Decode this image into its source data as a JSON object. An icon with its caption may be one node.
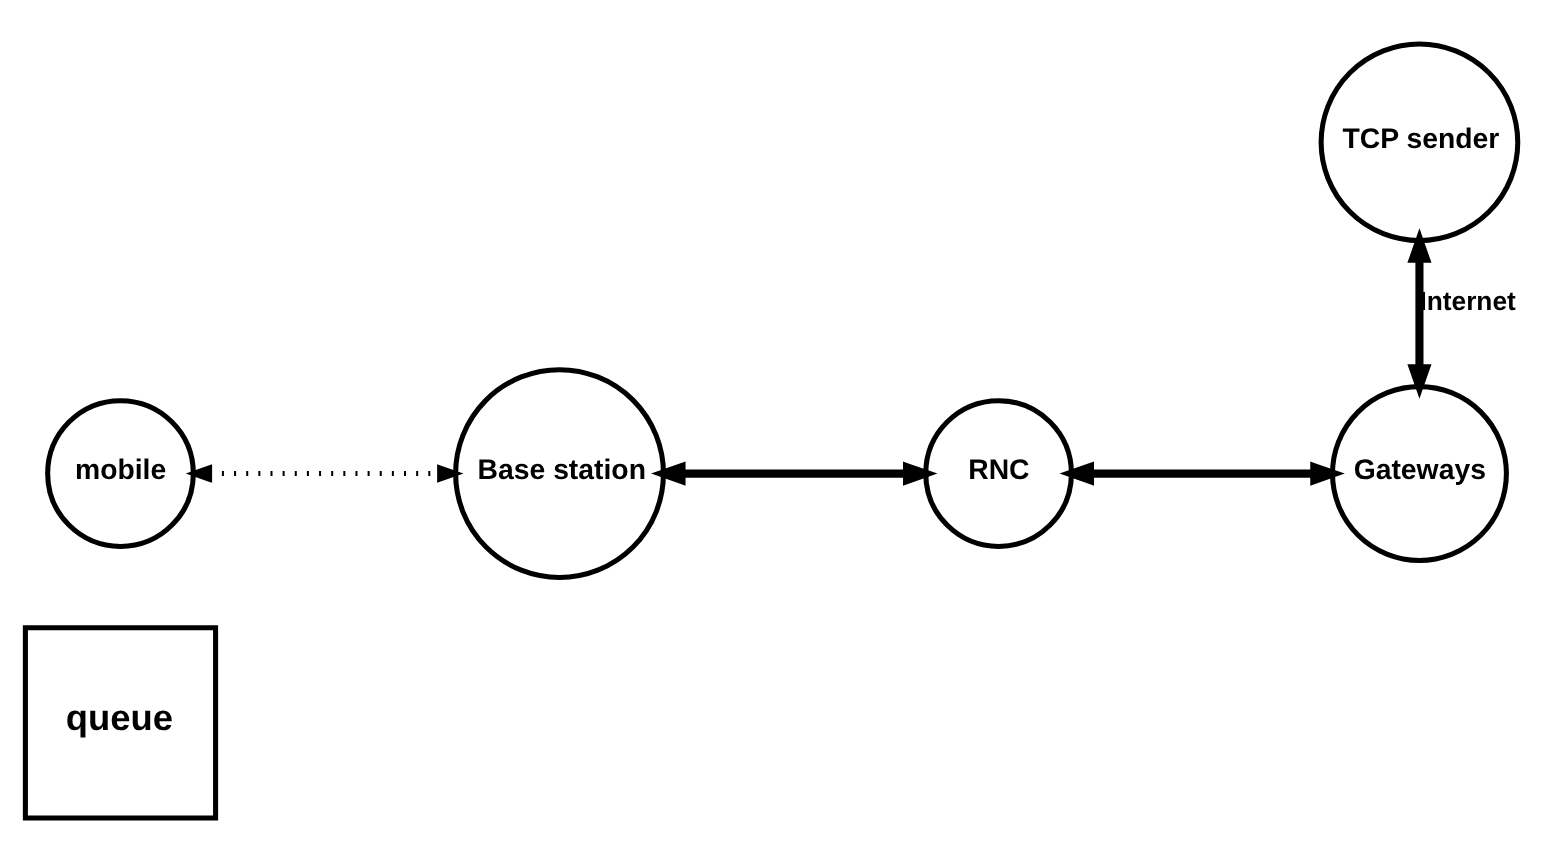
{
  "diagram": {
    "nodes": [
      {
        "text": [
          "mobile"
        ]
      },
      {
        "text": [
          "Base station"
        ]
      },
      {
        "text": [
          "RNC"
        ]
      },
      {
        "text": [
          "Gateways"
        ]
      },
      {
        "text": [
          "TCP sender"
        ]
      },
      {
        "text": [
          "queue"
        ]
      }
    ],
    "edges": [
      {
        "from": 0,
        "to": 1,
        "arrow": "both",
        "style": "dashed"
      },
      {
        "from": 1,
        "to": 2,
        "arrow": "both"
      },
      {
        "from": 2,
        "to": 3,
        "arrow": "both"
      },
      {
        "from": 3,
        "to": 4,
        "arrow": "both",
        "label": "Internet"
      }
    ]
  }
}
